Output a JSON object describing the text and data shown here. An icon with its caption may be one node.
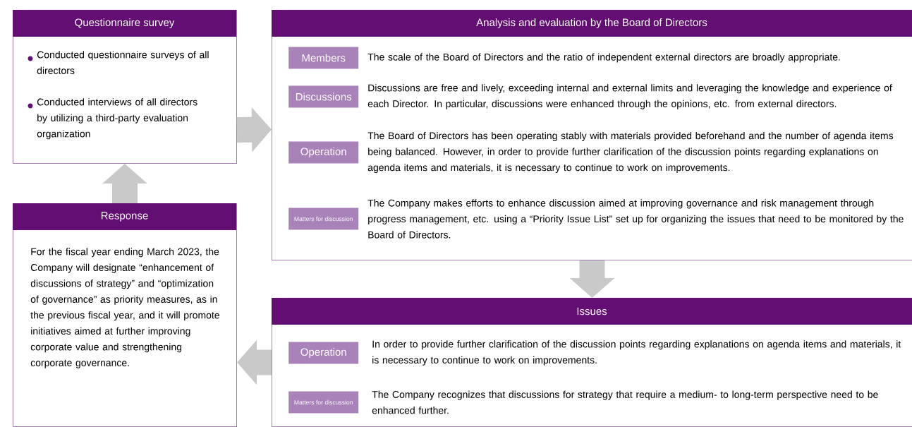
{
  "diagram": {
    "nodes": [
      {
        "text": [
          "Questionnaire survey",
          "Conducted questionnaire surveys of all directors",
          "Conducted interviews of all directors by utilizing a third-party evaluation organization"
        ]
      },
      {
        "text": [
          "Analysis and evaluation by the Board of Directors"
        ]
      },
      {
        "text": [
          "Members"
        ],
        "in": 1,
        "beside": [
          "The scale of the Board of Directors and the ratio of independent external directors are broadly appropriate."
        ]
      },
      {
        "text": [
          "Discussions"
        ],
        "in": 1,
        "beside": [
          "Discussions are free and lively, exceeding internal and external limits and leveraging the knowledge and experience of each Director. In particular, discussions were enhanced through the opinions, etc. from external directors."
        ]
      },
      {
        "text": [
          "Operation"
        ],
        "in": 1,
        "beside": [
          "The Board of Directors has been operating stably with materials provided beforehand and the number of agenda items being balanced. However, in order to provide further clarification of the discussion points regarding explanations on agenda items and materials, it is necessary to continue to work on improvements."
        ]
      },
      {
        "text": [
          "Matters for discussion"
        ],
        "in": 1,
        "beside": [
          "The Company makes efforts to enhance discussion aimed at improving governance and risk management through progress management, etc. using a “Priority Issue List” set up for organizing the issues that need to be monitored by the Board of Directors."
        ]
      },
      {
        "text": [
          "Issues"
        ]
      },
      {
        "text": [
          "Operation"
        ],
        "in": 6,
        "beside": [
          "In order to provide further clarification of the discussion points regarding explanations on agenda items and materials, it is necessary to continue to work on improvements."
        ]
      },
      {
        "text": [
          "Matters for discussion"
        ],
        "in": 6,
        "beside": [
          "The Company recognizes that discussions for strategy that require a medium- to long-term perspective need to be enhanced further."
        ]
      },
      {
        "text": [
          "Response",
          "For the fiscal year ending March 2023, the Company will designate “enhancement of discussions of strategy” and “optimization of governance” as priority measures, as in the previous fiscal year, and it will promote initiatives aimed at further improving corporate value and strengthening corporate governance."
        ]
      }
    ],
    "edges": [
      {
        "from": 0,
        "to": 1,
        "arrow": "to"
      },
      {
        "from": 1,
        "to": 6,
        "arrow": "to"
      },
      {
        "from": 6,
        "to": 9,
        "arrow": "to"
      },
      {
        "from": 9,
        "to": 0,
        "arrow": "to"
      }
    ]
  }
}
